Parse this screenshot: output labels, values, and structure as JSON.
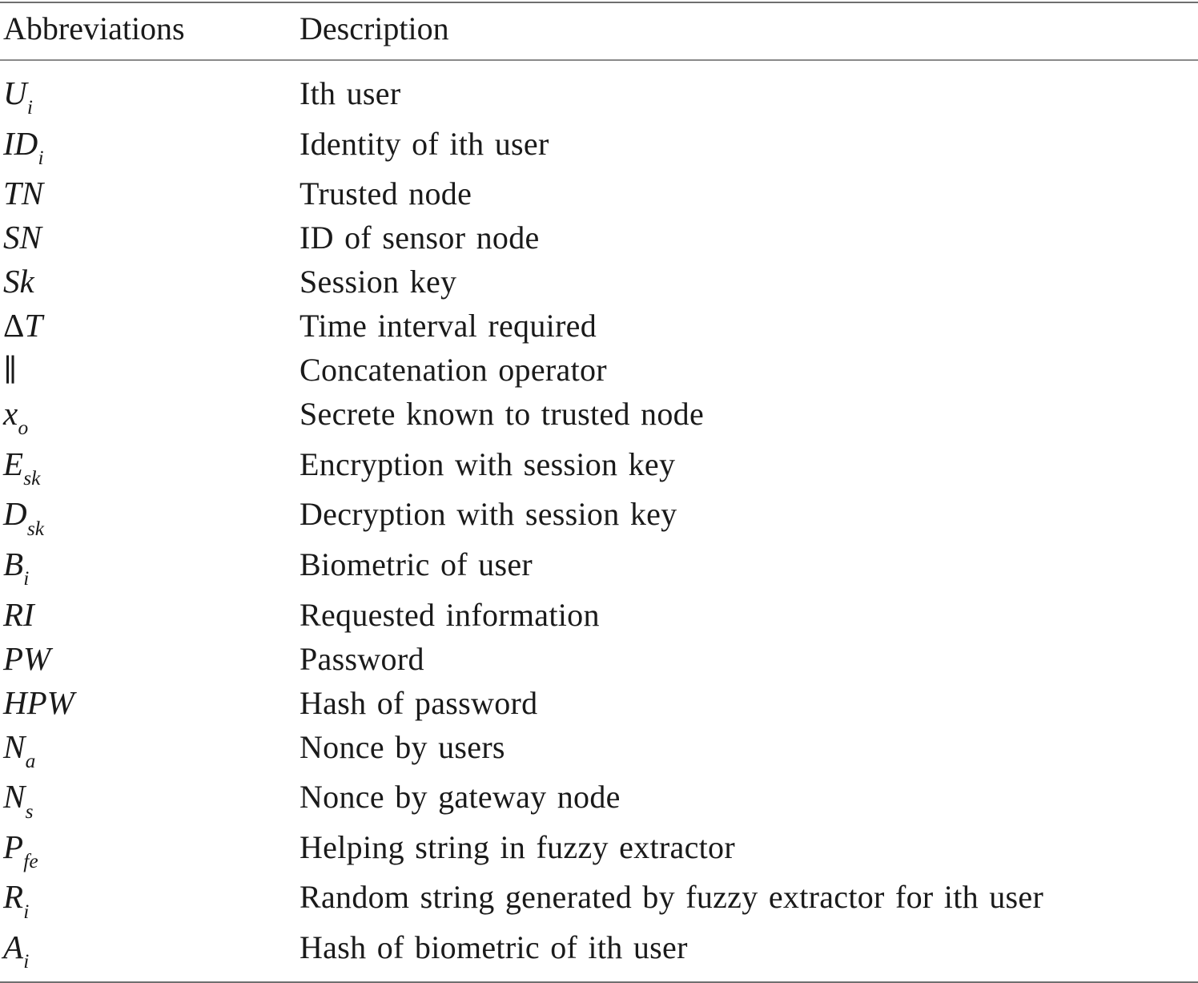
{
  "table": {
    "columns": [
      {
        "key": "abbreviation",
        "label": "Abbreviations"
      },
      {
        "key": "description",
        "label": "Description"
      }
    ],
    "rows": [
      {
        "abbreviation": "Ui",
        "base": "U",
        "sub": "i",
        "style": "italic",
        "description": "Ith user"
      },
      {
        "abbreviation": "IDi",
        "base": "ID",
        "sub": "i",
        "style": "italic",
        "description": "Identity of ith user"
      },
      {
        "abbreviation": "TN",
        "base": "TN",
        "sub": "",
        "style": "italic",
        "description": "Trusted node"
      },
      {
        "abbreviation": "SN",
        "base": "SN",
        "sub": "",
        "style": "italic",
        "description": "ID of sensor node"
      },
      {
        "abbreviation": "Sk",
        "base": "Sk",
        "sub": "",
        "style": "italic",
        "description": "Session key"
      },
      {
        "abbreviation": "ΔT",
        "base": "Δ",
        "sub": "",
        "style": "delta",
        "description": "Time interval required"
      },
      {
        "abbreviation": "∥",
        "base": "∥",
        "sub": "",
        "style": "symbol",
        "description": "Concatenation operator"
      },
      {
        "abbreviation": "xo",
        "base": "x",
        "sub": "o",
        "style": "italic",
        "description": "Secrete known to trusted node"
      },
      {
        "abbreviation": "Esk",
        "base": "E",
        "sub": "sk",
        "style": "italic",
        "description": "Encryption with session key"
      },
      {
        "abbreviation": "Dsk",
        "base": "D",
        "sub": "sk",
        "style": "italic",
        "description": "Decryption with session key"
      },
      {
        "abbreviation": "Bi",
        "base": "B",
        "sub": "i",
        "style": "italic",
        "description": "Biometric of user"
      },
      {
        "abbreviation": "RI",
        "base": "RI",
        "sub": "",
        "style": "italic",
        "description": "Requested information"
      },
      {
        "abbreviation": "PW",
        "base": "PW",
        "sub": "",
        "style": "italic",
        "description": "Password"
      },
      {
        "abbreviation": "HPW",
        "base": "HPW",
        "sub": "",
        "style": "italic",
        "description": "Hash of password"
      },
      {
        "abbreviation": "Na",
        "base": "N",
        "sub": "a",
        "style": "italic",
        "description": "Nonce by users"
      },
      {
        "abbreviation": "Ns",
        "base": "N",
        "sub": "s",
        "style": "italic",
        "description": "Nonce by gateway node"
      },
      {
        "abbreviation": "Pfe",
        "base": "P",
        "sub": "fe",
        "style": "italic",
        "description": "Helping string in fuzzy extractor"
      },
      {
        "abbreviation": "Ri",
        "base": "R",
        "sub": "i",
        "style": "italic",
        "description": "Random string generated by fuzzy extractor for ith user"
      },
      {
        "abbreviation": "Ai",
        "base": "A",
        "sub": "i",
        "style": "italic",
        "description": "Hash of biometric of ith user"
      }
    ]
  },
  "rules": {
    "top_color": "#6f6f6f",
    "header_color": "#8a8a8a",
    "bottom_color": "#6f6f6f"
  }
}
